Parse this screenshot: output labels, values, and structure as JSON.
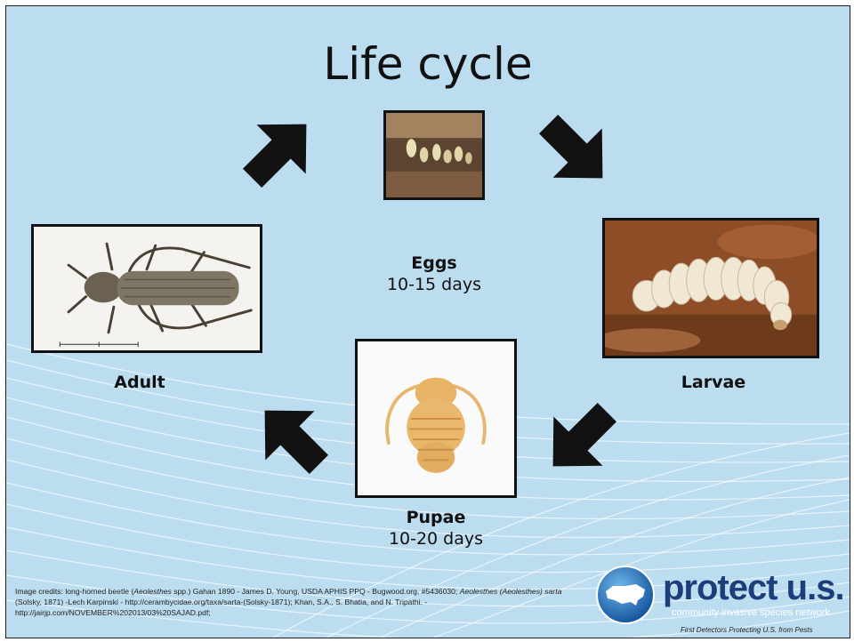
{
  "slide": {
    "title": "Life cycle",
    "stages": [
      {
        "id": "eggs",
        "name": "Eggs",
        "duration": "10-15 days"
      },
      {
        "id": "larvae",
        "name": "Larvae",
        "duration": ""
      },
      {
        "id": "pupae",
        "name": "Pupae",
        "duration": "10-20 days"
      },
      {
        "id": "adult",
        "name": "Adult",
        "duration": ""
      }
    ],
    "credits": {
      "part1": "Image credits: long-horned beetle (",
      "genus1": "Aeolesthes",
      "part2": " spp.) Gahan 1890 - James D. Young, USDA APHIS PPQ - Bugwood.org, #5436030; ",
      "genus2": "Aeolesthes (Aeolesthes) sarta",
      "part3": " (Solsky, 1871) -Lech Karpinski - http://cerambycidae.org/taxa/sarta-(Solsky-1871); Khan, S.A., S. Bhatia, and N. Tripathi. - http://jairjp.com/NOVEMBER%202013/03%20SAJAD.pdf;"
    },
    "logo": {
      "main": "protect u.s.",
      "sub": "community invasive species network",
      "tagline": "First Detectors Protecting U.S. from Pests"
    }
  },
  "colors": {
    "background": "#bcdcf0",
    "arrow": "#111111",
    "logo_blue": "#1c3f7c"
  }
}
